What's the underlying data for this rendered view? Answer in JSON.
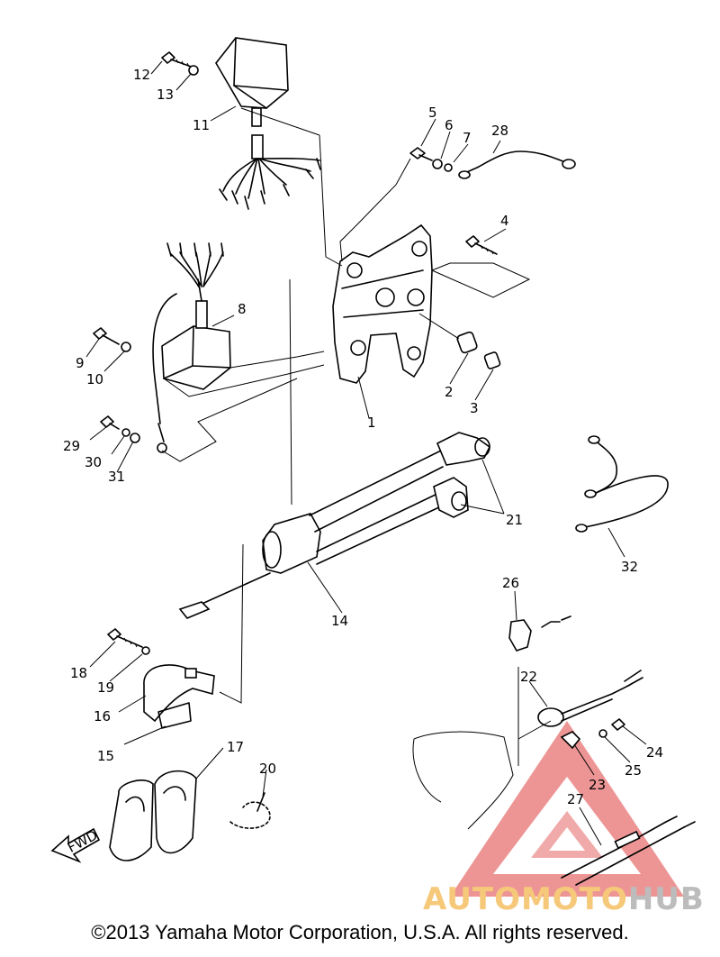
{
  "diagram": {
    "callouts": [
      "1",
      "2",
      "3",
      "4",
      "5",
      "6",
      "7",
      "8",
      "9",
      "10",
      "11",
      "12",
      "13",
      "14",
      "15",
      "16",
      "17",
      "18",
      "19",
      "20",
      "21",
      "22",
      "23",
      "24",
      "25",
      "26",
      "27",
      "28",
      "29",
      "30",
      "31",
      "32"
    ],
    "fwd_label": "FWD"
  },
  "watermark": {
    "text_a": "AUTOMOTO",
    "text_b": "HUB",
    "color_red": "#e03a3a",
    "color_orange": "#f6c879",
    "color_gray": "#bcbcbc"
  },
  "footer": {
    "copyright": "©2013 Yamaha Motor Corporation, U.S.A. All rights reserved."
  }
}
